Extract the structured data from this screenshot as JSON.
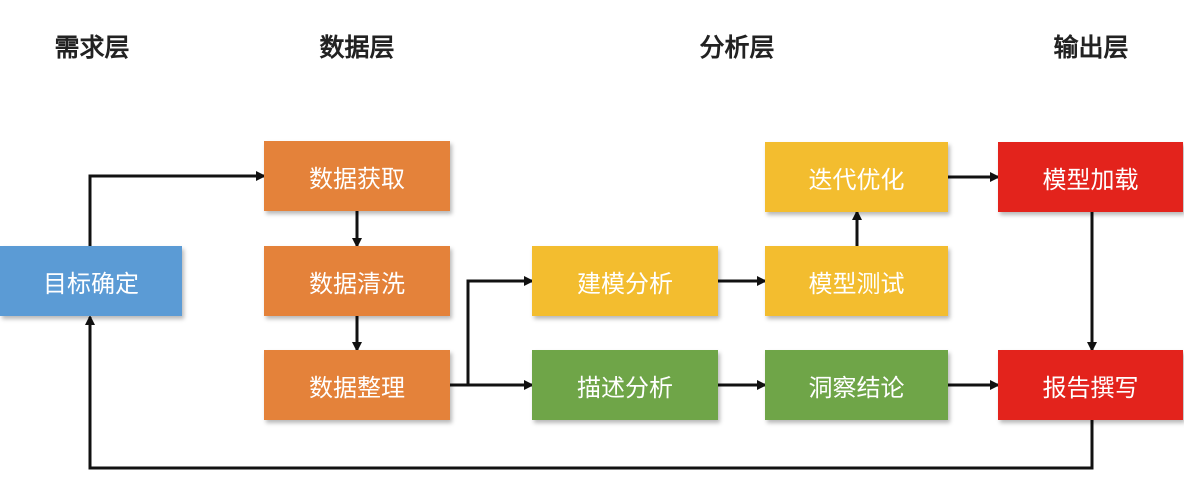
{
  "layers": {
    "demand": "需求层",
    "data": "数据层",
    "analysis": "分析层",
    "output": "输出层"
  },
  "nodes": {
    "goal": "目标确定",
    "acquire": "数据获取",
    "clean": "数据清洗",
    "organize": "数据整理",
    "modeling": "建模分析",
    "descriptive": "描述分析",
    "iterate": "迭代优化",
    "model_test": "模型测试",
    "insight": "洞察结论",
    "model_load": "模型加载",
    "report": "报告撰写"
  },
  "colors": {
    "blue": "#5b9bd5",
    "orange": "#e4823a",
    "yellow": "#f3bd2f",
    "green": "#6fa548",
    "red": "#e3231c",
    "arrow": "#111111"
  }
}
